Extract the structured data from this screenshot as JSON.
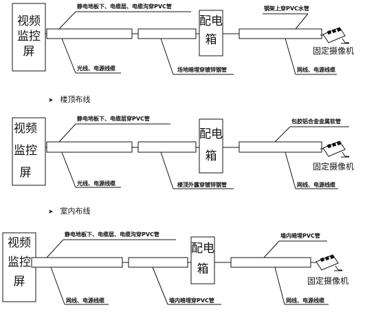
{
  "monitor_label": [
    "视频",
    "监控",
    "屏"
  ],
  "box_label": [
    "配电",
    "箱"
  ],
  "camera_label": "固定摄像机",
  "sections": [
    {
      "heading": "",
      "top_labels": [
        "静电地板下、电缆层、电缆沟穿PVC管",
        "钢架上穿PVC水管"
      ],
      "bottom_labels": [
        "光线、电源线缆",
        "场地暗埋穿镀锌钢管",
        "网线、电源线缆"
      ]
    },
    {
      "heading": "楼顶布线",
      "top_labels": [
        "静电地板下、电缆层穿PVC管",
        "包胶铝合金金属软管"
      ],
      "bottom_labels": [
        "光线、电源线缆",
        "楼顶外露穿镀锌钢管",
        "网线、电源线缆"
      ]
    },
    {
      "heading": "室内布线",
      "top_labels": [
        "静电地板下、电缆层、电缆沟穿PVC管",
        "墙内暗埋PVC管"
      ],
      "bottom_labels": [
        "网线、电源线缆",
        "墙内暗埋穿PVC管",
        "网线、电源线缆"
      ]
    }
  ]
}
